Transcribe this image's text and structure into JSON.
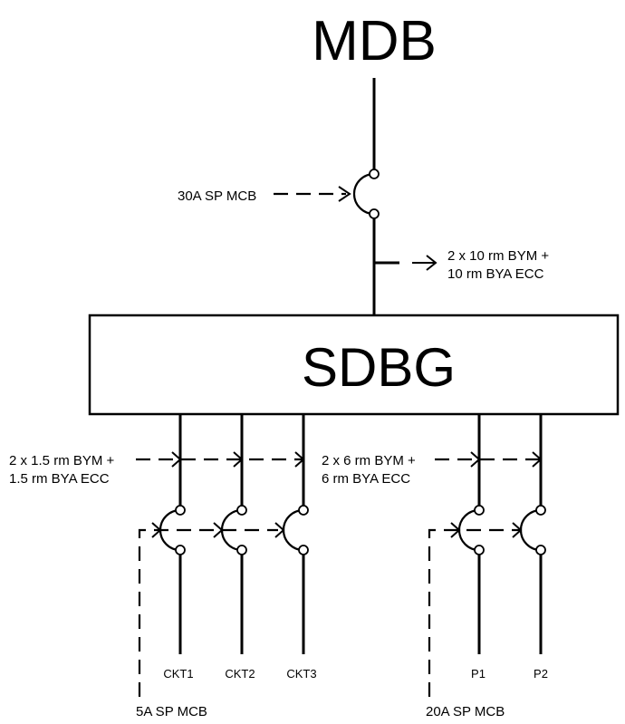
{
  "main_board": "MDB",
  "sub_board": "SDBG",
  "main_breaker": "30A SP MCB",
  "feeder_cable": [
    "2 x 10 rm BYM +",
    "10 rm BYA ECC"
  ],
  "lighting_cable": [
    "2 x 1.5 rm BYM +",
    "1.5 rm BYA ECC"
  ],
  "power_cable": [
    "2 x 6 rm BYM +",
    "6 rm BYA ECC"
  ],
  "circuits": [
    "CKT1",
    "CKT2",
    "CKT3",
    "P1",
    "P2"
  ],
  "lighting_breaker": "5A SP MCB",
  "power_breaker": "20A SP MCB"
}
